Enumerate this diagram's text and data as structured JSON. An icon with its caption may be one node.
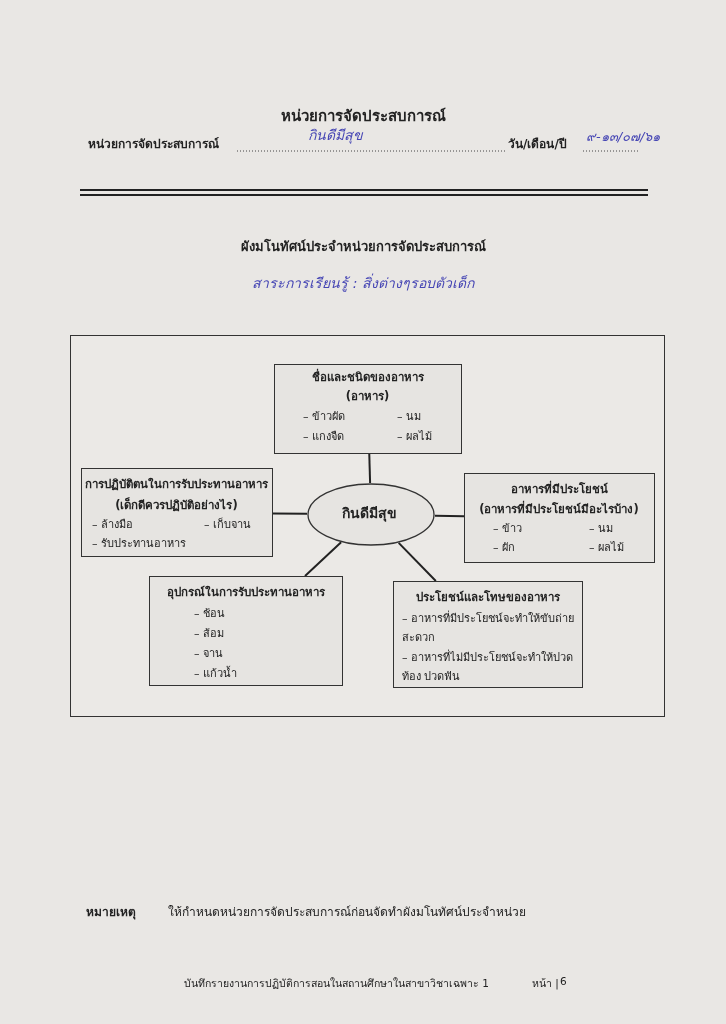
{
  "diagram": {
    "title": "หน่วยการจัดประสบการณ์",
    "nodes": [
      {
        "text": [],
        "shape": "box"
      },
      {
        "text": [
          "กินดีมีสุข"
        ],
        "in": 0
      },
      {
        "text": [
          "ชื่อและชนิดของอาหาร",
          "(อาหาร)",
          "– ข้าวผัด",
          "– นม",
          "– แกงจืด",
          "– ผลไม้"
        ],
        "in": 0
      },
      {
        "text": [
          "การปฏิบัติตนในการรับประทานอาหาร",
          "(เด็กดีควรปฏิบัติอย่างไร)",
          "– ล้างมือ",
          "– เก็บจาน",
          "– รับประทานอาหาร"
        ],
        "in": 0
      },
      {
        "text": [
          "อาหารที่มีประโยชน์",
          "(อาหารที่มีประโยชน์มีอะไรบ้าง)",
          "– ข้าว",
          "– นม",
          "– ผัก",
          "– ผลไม้"
        ],
        "in": 0
      },
      {
        "text": [
          "อุปกรณ์ในการรับประทานอาหาร",
          "– ช้อน",
          "– ส้อม",
          "– จาน",
          "– แก้วน้ำ"
        ],
        "in": 0
      },
      {
        "text": [
          "ประโยชน์และโทษของอาหาร",
          "– อาหารที่มีประโยชน์จะทำให้ขับถ่ายสะดวก",
          "– อาหารที่ไม่มีประโยชน์จะทำให้ปวดท้อง ปวดฟัน"
        ],
        "in": 0
      }
    ],
    "edges": [
      {
        "from": 1,
        "to": 2,
        "arrow": "none"
      },
      {
        "from": 1,
        "to": 3,
        "arrow": "none"
      },
      {
        "from": 1,
        "to": 4,
        "arrow": "none"
      },
      {
        "from": 1,
        "to": 5,
        "arrow": "none"
      },
      {
        "from": 1,
        "to": 6,
        "arrow": "none"
      }
    ],
    "labels": [
      "หน่วยการจัดประสบการณ์",
      "กินดีมีสุข",
      "วัน/เดือน/ปี",
      "๙-๑๓/๐๗/๖๑",
      "ผังมโนทัศน์ประจำหน่วยการจัดประสบการณ์",
      "สาระการเรียนรู้ : สิ่งต่างๆรอบตัวเด็ก",
      "หมายเหตุ",
      "ให้กำหนดหน่วยการจัดประสบการณ์ก่อนจัดทำผังมโนทัศน์ประจำหน่วย",
      "บันทึกรายงานการปฏิบัติการสอนในสถานศึกษาในสาขาวิชาเฉพาะ 1",
      "หน้า |",
      "6"
    ]
  }
}
